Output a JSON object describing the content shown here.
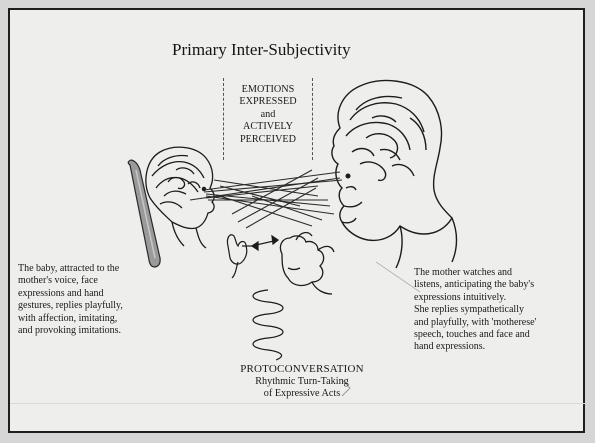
{
  "title": "Primary Inter-Subjectivity",
  "center_caption": [
    "EMOTIONS",
    "EXPRESSED",
    "and",
    "ACTIVELY",
    "PERCEIVED"
  ],
  "baby_text": [
    "The baby, attracted to the",
    "mother's voice, face",
    "expressions and hand",
    "gestures, replies playfully,",
    "with affection, imitating,",
    "and provoking imitations."
  ],
  "mother_text": [
    "The mother watches and",
    "listens, anticipating the baby's",
    "expressions intuitively.",
    "She replies sympathetically",
    "and playfully, with 'motherese'",
    "speech, touches and face and",
    "hand expressions."
  ],
  "protoconversation": {
    "heading": "PROTOCONVERSATION",
    "lines": [
      "Rhythmic Turn-Taking",
      "of Expressive Acts"
    ]
  }
}
